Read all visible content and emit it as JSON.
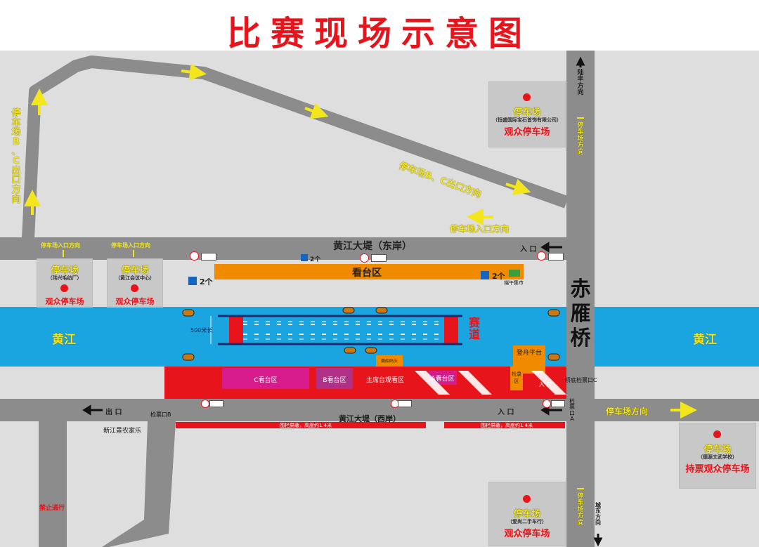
{
  "title": "比赛现场示意图",
  "colors": {
    "river": "#1aa5e0",
    "road": "#8c8c8c",
    "ground": "#dedede",
    "stands": "#f08b00",
    "venue": "#e8141b",
    "zone_magenta": "#d81b8c",
    "zone_purple": "#b03088",
    "arrow_yellow": "#f4e61c"
  },
  "river": {
    "name_left": "黄江",
    "name_right": "黄江"
  },
  "bridge": {
    "name_lines": [
      "赤",
      "雁",
      "桥"
    ]
  },
  "roads": {
    "east_levee": "黄江大堤（东岸）",
    "west_levee": "黄江大堤（西岸）",
    "entry_top": "入 口",
    "exit_bottom": "出 口",
    "entry_bottom": "入 口",
    "lot_bc_exit": "停车场B、C出口方向",
    "lot_entry_dir": "停车场入口方向",
    "left_vertical_lines": [
      "停",
      "车",
      "场",
      "B",
      "、",
      "C",
      "出",
      "口",
      "方",
      "向"
    ],
    "to_parking_right": "停车场方向",
    "lufeng_lines": [
      "陆",
      "丰",
      "方",
      "向"
    ],
    "parking_dir_top_lines": [
      "停",
      "车",
      "场",
      "方",
      "向"
    ],
    "parking_dir_bottom_lines": [
      "停",
      "车",
      "场",
      "方",
      "向"
    ],
    "chengdong_lines": [
      "城",
      "东",
      "方",
      "向"
    ],
    "no_pass": "禁止通行",
    "farmhouse": "新江景农家乐"
  },
  "lots": {
    "lot_top_right": {
      "name": "停车场",
      "sub": "（恒盛国际宝石首饰有限公司）",
      "type": "观众停车场"
    },
    "lot_left_1": {
      "name": "停车场",
      "sub": "（玮兴毛纺厂）",
      "type": "观众停车场",
      "entry": "停车场入口方向"
    },
    "lot_left_2": {
      "name": "停车场",
      "sub": "（黄江会议中心）",
      "type": "观众停车场",
      "entry": "停车场入口方向"
    },
    "lot_right": {
      "name": "停车场",
      "sub": "（德源文武学校）",
      "type": "持票观众停车场"
    },
    "lot_bottom": {
      "name": "停车场",
      "sub": "（爱尚二手车行）",
      "type": "观众停车场"
    }
  },
  "stands": {
    "label": "看台区",
    "wc1": "2个",
    "wc2": "2个",
    "wc3": "2个",
    "market": "端午集市"
  },
  "course": {
    "length": "500米长",
    "label_lines": [
      "赛",
      "道"
    ]
  },
  "venue": {
    "zone_c": "C看台区",
    "zone_b": "B看台区",
    "zone_main": "主席台观看区",
    "zone_a": "A看台区",
    "boarding": "登舟平台",
    "checkin": "检录区",
    "dock": "赛船码头",
    "checkpoint_b": "检票口B",
    "checkpoint_a_lines": [
      "检",
      "票",
      "口",
      "A"
    ],
    "checkpoint_c": "桥底检票口C",
    "entry_label": "入 口",
    "fence1": "围栏屏蔽，高度约1.4米",
    "fence2": "围栏屏蔽，高度约1.4米"
  }
}
